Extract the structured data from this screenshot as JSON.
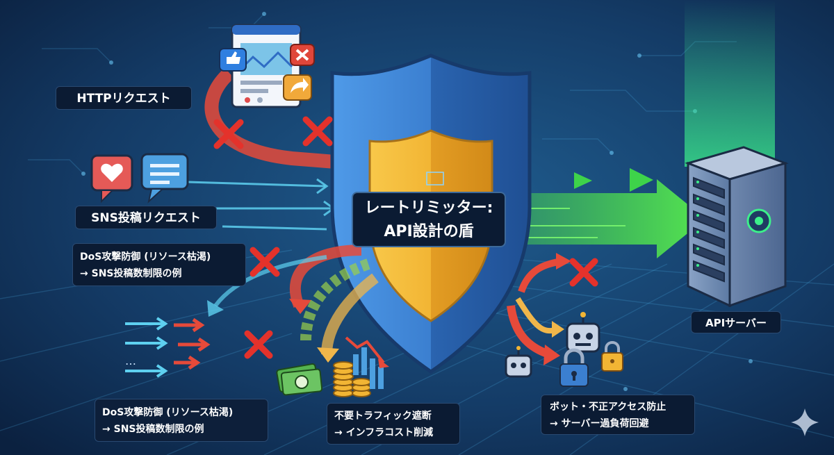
{
  "title": {
    "line1": "レートリミッター:",
    "line2": "API設計の盾"
  },
  "labels": {
    "http_request": "HTTPリクエスト",
    "sns_request": "SNS投稿リクエスト",
    "dos_upper": {
      "line1": "DoS攻撃防御 (リソース枯渇)",
      "line2": "→ SNS投稿数制限の例"
    },
    "dos_lower": {
      "line1": "DoS攻撃防御 (リソース枯渇)",
      "line2": "→ SNS投稿数制限の例"
    },
    "traffic": {
      "line1": "不要トラフィック遮断",
      "line2": "→ インフラコスト削減"
    },
    "bot": {
      "line1": "ボット・不正アクセス防止",
      "line2": "→ サーバー過負荷回避"
    },
    "server": "APIサーバー"
  },
  "colors": {
    "background": "#0f2a4a",
    "shield_blue": "#3b7fd0",
    "shield_gold": "#f2b534",
    "allowed_arrow": "#43d64a",
    "blocked_arrow": "#e94a3a",
    "cancel_mark": "#e4322b",
    "label_bg": "#0b1b33"
  },
  "icons": [
    "social-feed-icon",
    "like-icon",
    "close-icon",
    "share-icon",
    "heart-icon",
    "chat-icon",
    "cancel-mark-icon",
    "server-rack-icon",
    "robot-icon",
    "lock-icon",
    "money-icon",
    "coins-icon",
    "chart-down-icon",
    "play-arrow-icon",
    "sparkle-icon"
  ]
}
